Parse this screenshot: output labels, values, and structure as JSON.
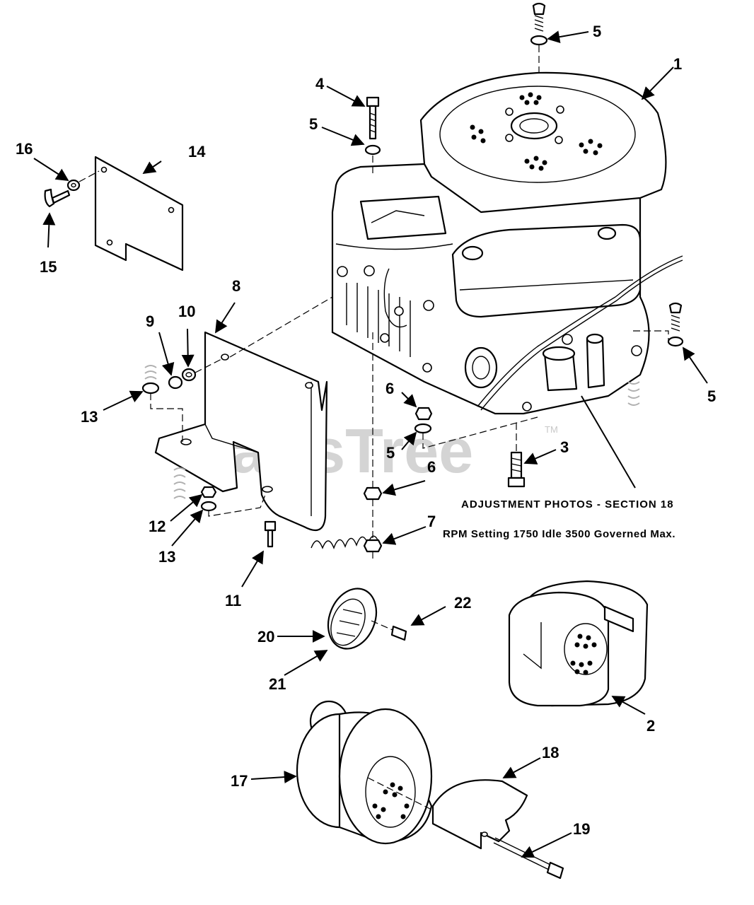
{
  "diagram": {
    "watermark": "PartsTree",
    "trademark": "TM",
    "notes": {
      "adjustment": "ADJUSTMENT PHOTOS - SECTION 18",
      "rpm": "RPM Setting 1750 Idle 3500 Governed Max."
    },
    "callouts": [
      {
        "id": "c1",
        "label": "1"
      },
      {
        "id": "c2",
        "label": "2"
      },
      {
        "id": "c3",
        "label": "3"
      },
      {
        "id": "c4",
        "label": "4"
      },
      {
        "id": "c5a",
        "label": "5"
      },
      {
        "id": "c5b",
        "label": "5"
      },
      {
        "id": "c5c",
        "label": "5"
      },
      {
        "id": "c5d",
        "label": "5"
      },
      {
        "id": "c6a",
        "label": "6"
      },
      {
        "id": "c6b",
        "label": "6"
      },
      {
        "id": "c7",
        "label": "7"
      },
      {
        "id": "c8",
        "label": "8"
      },
      {
        "id": "c9",
        "label": "9"
      },
      {
        "id": "c10",
        "label": "10"
      },
      {
        "id": "c11",
        "label": "11"
      },
      {
        "id": "c12",
        "label": "12"
      },
      {
        "id": "c13a",
        "label": "13"
      },
      {
        "id": "c13b",
        "label": "13"
      },
      {
        "id": "c14",
        "label": "14"
      },
      {
        "id": "c15",
        "label": "15"
      },
      {
        "id": "c16",
        "label": "16"
      },
      {
        "id": "c17",
        "label": "17"
      },
      {
        "id": "c18",
        "label": "18"
      },
      {
        "id": "c19",
        "label": "19"
      },
      {
        "id": "c20",
        "label": "20"
      },
      {
        "id": "c21",
        "label": "21"
      },
      {
        "id": "c22",
        "label": "22"
      }
    ]
  }
}
